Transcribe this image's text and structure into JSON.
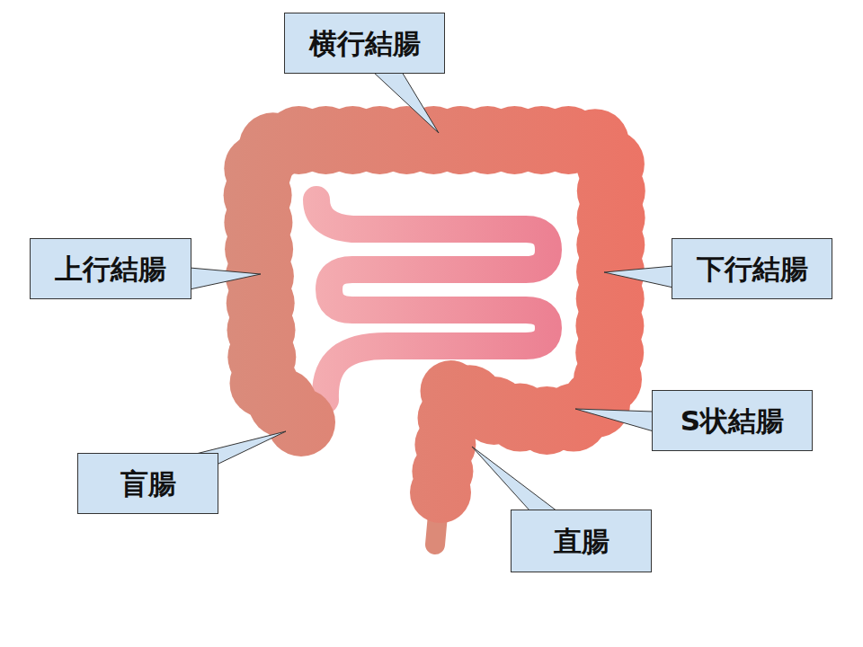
{
  "diagram": {
    "nodes": [
      {
        "text": [
          "横行結腸"
        ]
      },
      {
        "text": [
          "上行結腸"
        ]
      },
      {
        "text": [
          "下行結腸"
        ]
      },
      {
        "text": [
          "S状結腸"
        ]
      },
      {
        "text": [
          "盲腸"
        ]
      },
      {
        "text": [
          "直腸"
        ]
      }
    ]
  }
}
